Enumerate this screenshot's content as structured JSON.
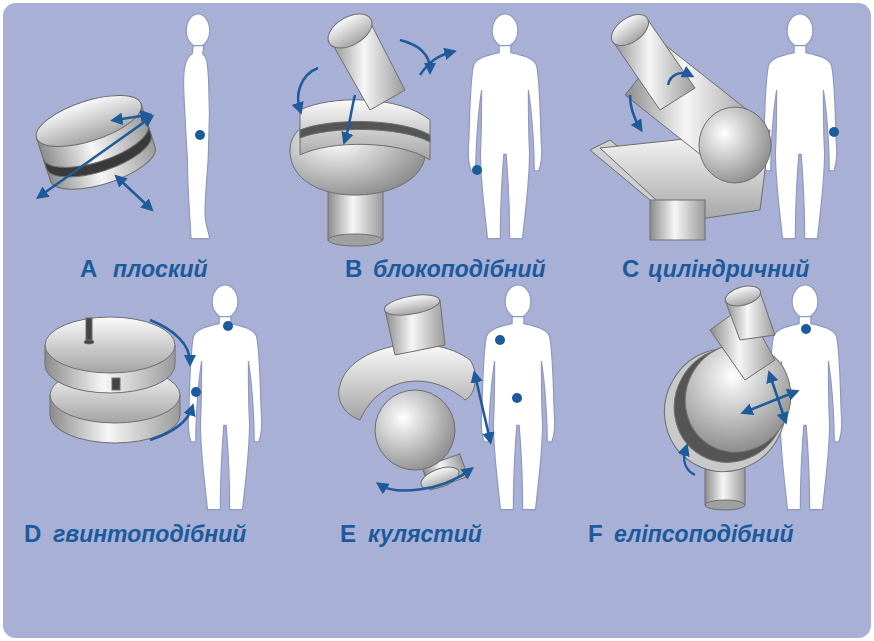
{
  "diagram": {
    "labels": [
      "A",
      "плоский",
      "B",
      "блокоподібний",
      "C",
      "циліндричний",
      "D",
      "гвинтоподібний",
      "E",
      "кулястий",
      "F",
      "еліпсоподібний"
    ]
  }
}
